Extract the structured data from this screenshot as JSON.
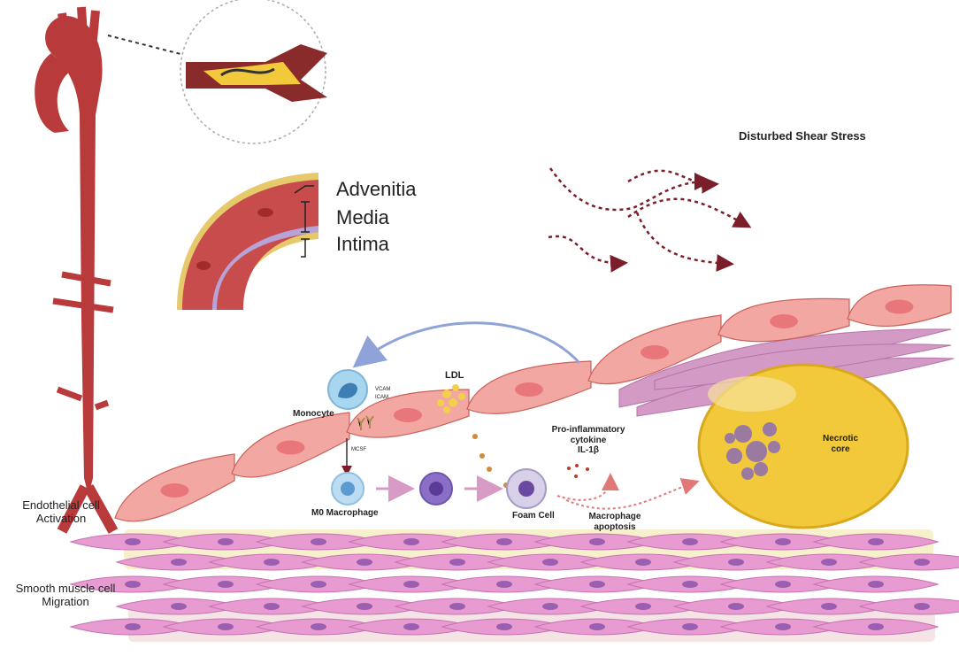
{
  "title": "Atherosclerosis pathogenesis",
  "labels": {
    "disturbed_shear_stress": "Disturbed Shear Stress",
    "layers": {
      "adventitia": "Advenitia",
      "media": "Media",
      "intima": "Intima"
    },
    "monocyte": "Monocyte",
    "vcam": "VCAM",
    "icam": "ICAM",
    "ldl": "LDL",
    "mcsf": "MCSF",
    "m0_macrophage": "M0 Macrophage",
    "foam_cell": "Foam Cell",
    "pro_inflammatory_1": "Pro-inflammatory",
    "pro_inflammatory_2": "cytokine",
    "pro_inflammatory_3": "IL-1β",
    "macrophage_apoptosis_1": "Macrophage",
    "macrophage_apoptosis_2": "apoptosis",
    "necrotic_1": "Necrotic",
    "necrotic_2": "core",
    "endothelial_1": "Endothelial cell",
    "endothelial_2": "Activation",
    "smc_1": "Smooth muscle cell",
    "smc_2": "Migration"
  },
  "colors": {
    "artery": "#b83a3a",
    "endothelium": "#f2a7a2",
    "endothelium_stroke": "#c9605a",
    "smc": "#e79bd0",
    "smc_nucleus": "#9a5fb0",
    "necrotic": "#f1c93a",
    "flow_arrow": "#7a1f2a",
    "basement": "#f7f0cc",
    "monocyte": "#a8d6ee"
  }
}
